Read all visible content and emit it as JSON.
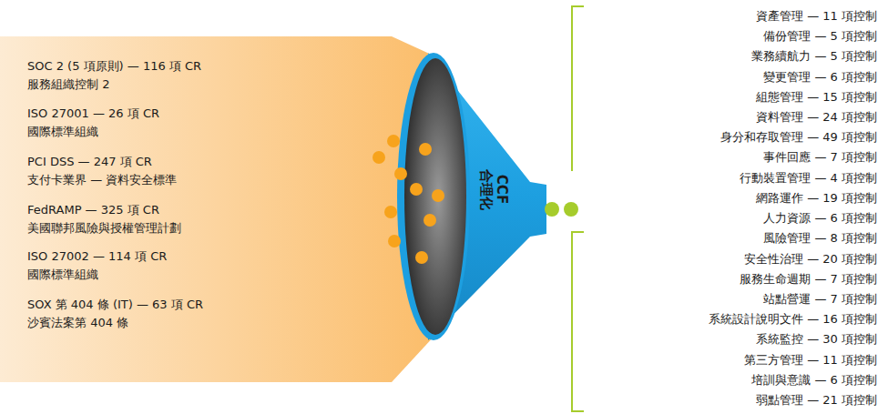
{
  "diagram": {
    "nodes": [
      {
        "text": [
          "SOC 2 (5 項原則) — 116 項 CR",
          "服務組織控制 2",
          "ISO 27001 — 26 項 CR",
          "國際標準組織",
          "PCI DSS — 247 項 CR",
          "支付卡業界 — 資料安全標準",
          "FedRAMP — 325 項 CR",
          "美國聯邦風險與授權管理計劃",
          "ISO 27002 — 114 項 CR",
          "國際標準組織",
          "SOX 第 404 條 (IT) — 63 項 CR",
          "沙賓法案第 404 條"
        ]
      },
      {
        "text": [
          "CCF 合理化"
        ]
      }
    ],
    "labels": [
      "資產管理 — 11 項控制",
      "備份管理 — 5 項控制",
      "業務續航力 — 5 項控制",
      "變更管理 — 6 項控制",
      "組態管理 — 15 項控制",
      "資料管理 — 24 項控制",
      "身分和存取管理 — 49 項控制",
      "事件回應 — 7 項控制",
      "行動裝置管理 — 4 項控制",
      "網路運作 — 19 項控制",
      "人力資源 — 6 項控制",
      "風險管理 — 8 項控制",
      "安全性治理 — 20 項控制",
      "服務生命週期 — 7 項控制",
      "站點營運 — 7 項控制",
      "系統設計說明文件 — 16 項控制",
      "系統監控 — 30 項控制",
      "第三方管理 — 11 項控制",
      "培訓與意識 — 6 項控制",
      "弱點管理 — 21 項控制"
    ]
  }
}
